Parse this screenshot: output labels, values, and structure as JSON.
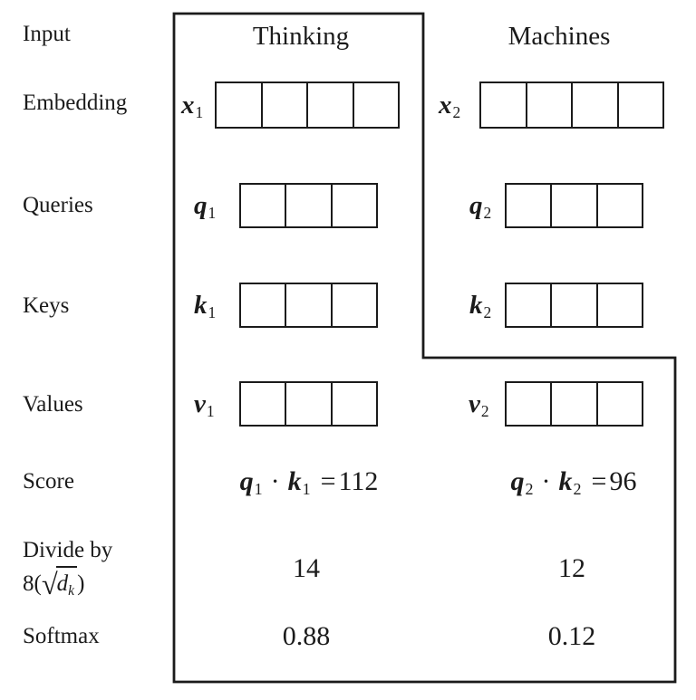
{
  "colors": {
    "line": "#1b1b1b",
    "background": "#ffffff",
    "text": "#1b1b1b"
  },
  "row_labels": {
    "input": "Input",
    "embedding": "Embedding",
    "queries": "Queries",
    "keys": "Keys",
    "values": "Values",
    "score": "Score",
    "divide_line1": "Divide by",
    "divide_prefix": "8(",
    "radical": "√",
    "divide_var": "d",
    "divide_var_sub": "k",
    "divide_close": ")",
    "softmax": "Softmax"
  },
  "columns": [
    {
      "header": "Thinking",
      "vectors": {
        "embedding": {
          "symbol": "x",
          "sub": "1",
          "cells": 4
        },
        "query": {
          "symbol": "q",
          "sub": "1",
          "cells": 3
        },
        "key": {
          "symbol": "k",
          "sub": "1",
          "cells": 3
        },
        "value": {
          "symbol": "v",
          "sub": "1",
          "cells": 3
        }
      },
      "score": {
        "q": "q",
        "q_sub": "1",
        "dot": "·",
        "k": "k",
        "k_sub": "1",
        "equals": "=",
        "value": "112"
      },
      "divide_value": "14",
      "softmax_value": "0.88"
    },
    {
      "header": "Machines",
      "vectors": {
        "embedding": {
          "symbol": "x",
          "sub": "2",
          "cells": 4
        },
        "query": {
          "symbol": "q",
          "sub": "2",
          "cells": 3
        },
        "key": {
          "symbol": "k",
          "sub": "2",
          "cells": 3
        },
        "value": {
          "symbol": "v",
          "sub": "2",
          "cells": 3
        }
      },
      "score": {
        "q": "q",
        "q_sub": "2",
        "dot": "·",
        "k": "k",
        "k_sub": "2",
        "equals": "=",
        "value": "96"
      },
      "divide_value": "12",
      "softmax_value": "0.12"
    }
  ]
}
